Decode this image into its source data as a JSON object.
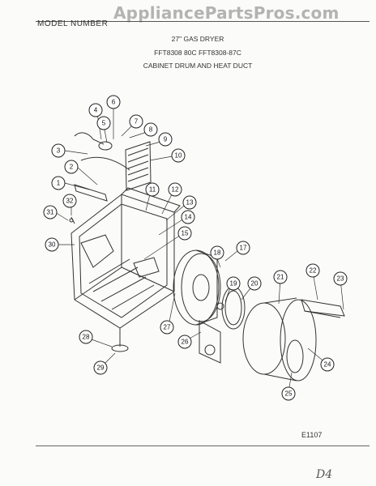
{
  "watermark": "AppliancePartsPros.com",
  "header": {
    "model_label": "MODEL NUMBER",
    "title": "27\" GAS DRYER",
    "model_numbers": "FFT8308 80C  FFT8308-87C",
    "section": "CABINET DRUM AND HEAT DUCT"
  },
  "diagram_code": "E1107",
  "signature": "D4",
  "callouts": [
    "1",
    "2",
    "3",
    "4",
    "5",
    "6",
    "7",
    "8",
    "9",
    "10",
    "11",
    "12",
    "13",
    "14",
    "15",
    "17",
    "18",
    "19",
    "20",
    "21",
    "22",
    "23",
    "24",
    "25",
    "26",
    "27",
    "28",
    "29",
    "30",
    "31",
    "32"
  ]
}
